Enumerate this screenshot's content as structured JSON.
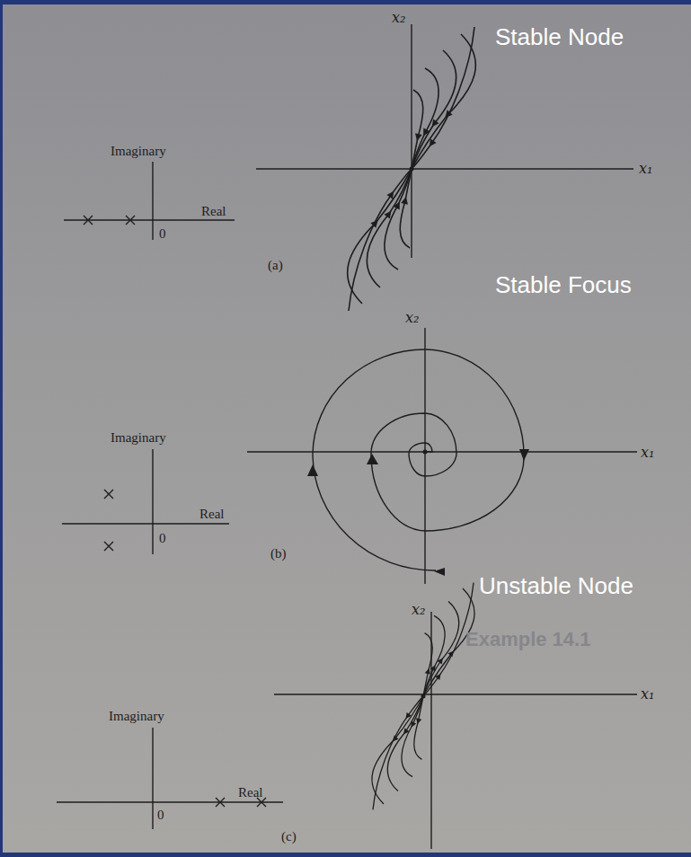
{
  "diagram": {
    "labels": [
      "Stable Node",
      "Imaginary",
      "Real",
      "0",
      "x₂",
      "x₁",
      "(a)",
      "Stable Focus",
      "x₂",
      "x₁",
      "Imaginary",
      "Real",
      "0",
      "(b)",
      "Unstable Node",
      "x₂",
      "x₁",
      "Imaginary",
      "Real",
      "0",
      "(c)",
      "Example 14.1"
    ]
  }
}
